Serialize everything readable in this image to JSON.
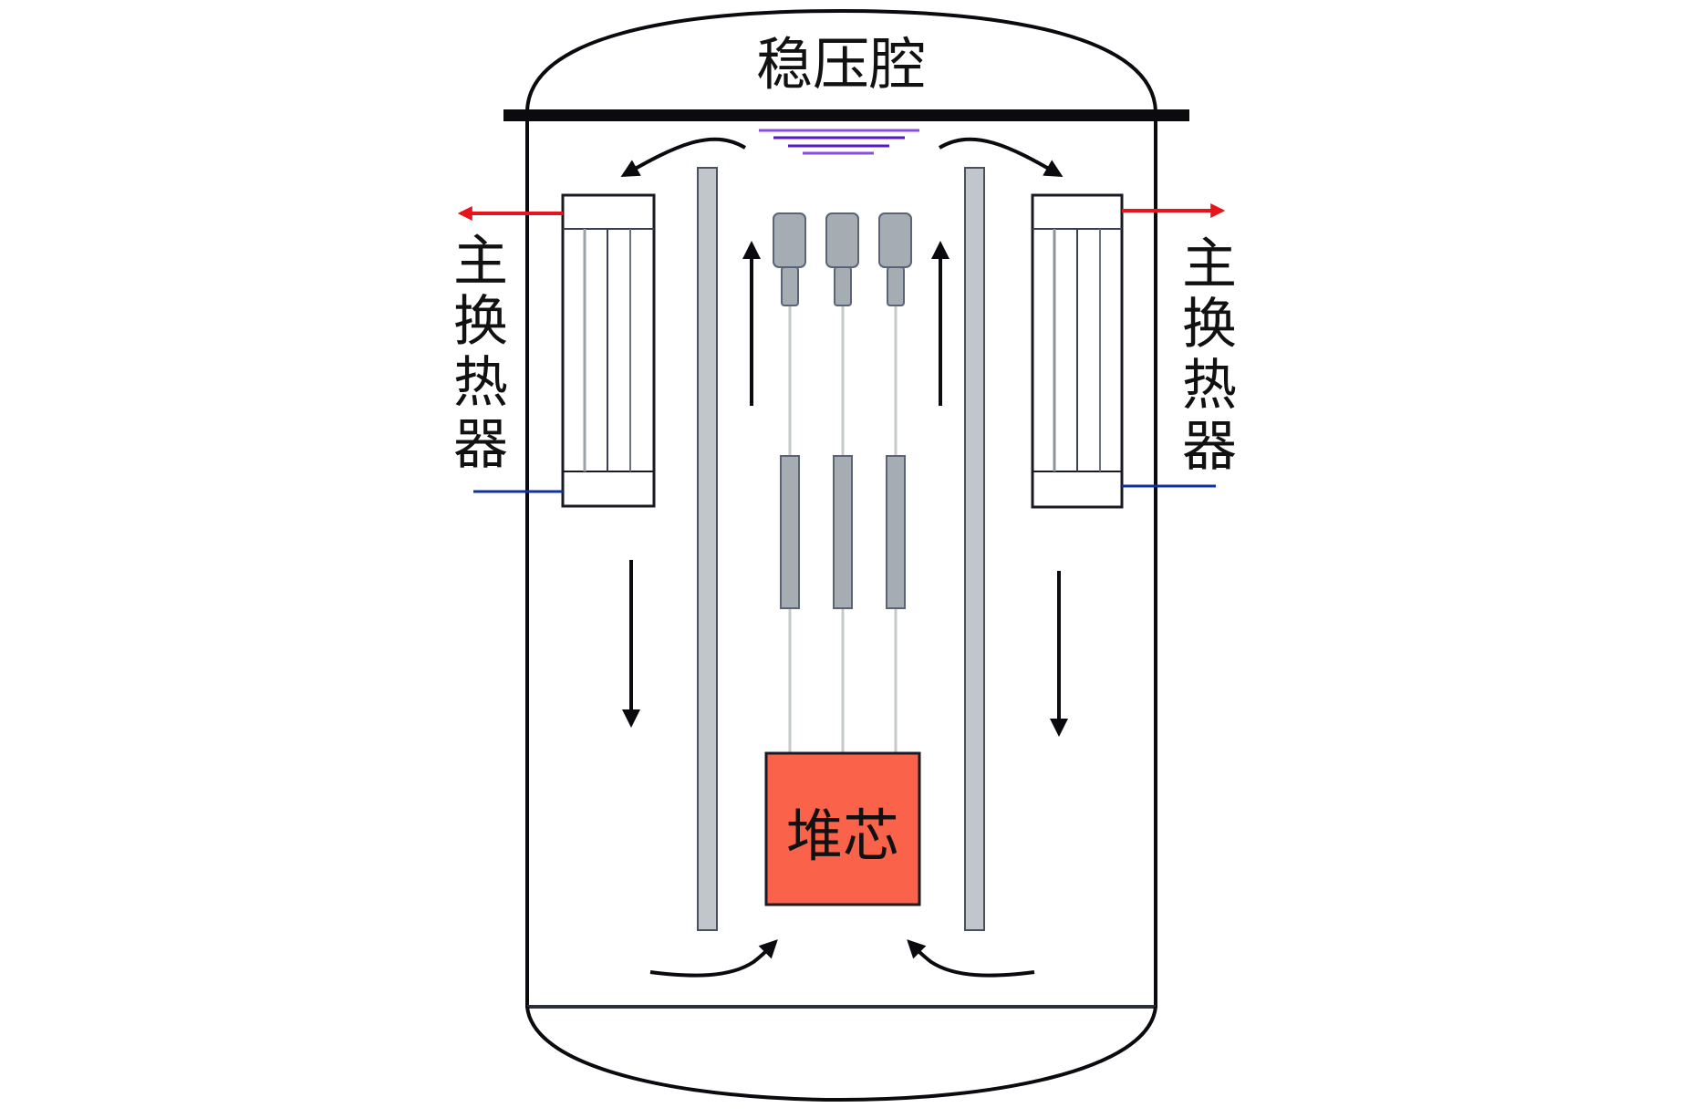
{
  "labels": {
    "pressurizer": "稳压腔",
    "core": "堆芯",
    "heat_exchanger_left": [
      "主",
      "换",
      "热",
      "器"
    ],
    "heat_exchanger_right": [
      "主",
      "换",
      "热",
      "器"
    ]
  },
  "components": {
    "control_rod_drives": 3,
    "control_rods": 3,
    "heat_exchanger_tubes_per_unit": 3,
    "pressurizer_level_lines": 4
  },
  "colors": {
    "vessel_outline": "#0a0a0f",
    "core_fill": "#fa634a",
    "core_edge": "#1a1a22",
    "hot_outlet": "#e8141c",
    "cold_inlet": "#1030a0",
    "steam_lines": "#6a1fd0",
    "baffle_fill": "#c0c6ca",
    "baffle_edge": "#4a5060",
    "rod_fill": "#a5adb3",
    "rod_edge": "#5a6478",
    "flow_arrow": "#0a0a0f"
  }
}
